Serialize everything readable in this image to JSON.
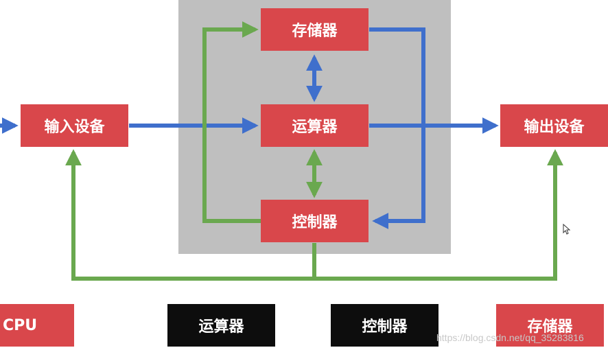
{
  "colors": {
    "red": "#d9474b",
    "blue": "#3f6fcc",
    "green": "#6aa84f",
    "panel": "#bfbfbf",
    "black": "#0d0d0d"
  },
  "boxes": {
    "memory": "存储器",
    "alu": "运算器",
    "control": "控制器",
    "input": "输入设备",
    "output": "输出设备"
  },
  "legend": {
    "cpu": "CPU",
    "alu": "运算器",
    "control": "控制器",
    "memory": "存储器"
  },
  "watermark": "https://blog.csdn.net/qq_35283816"
}
